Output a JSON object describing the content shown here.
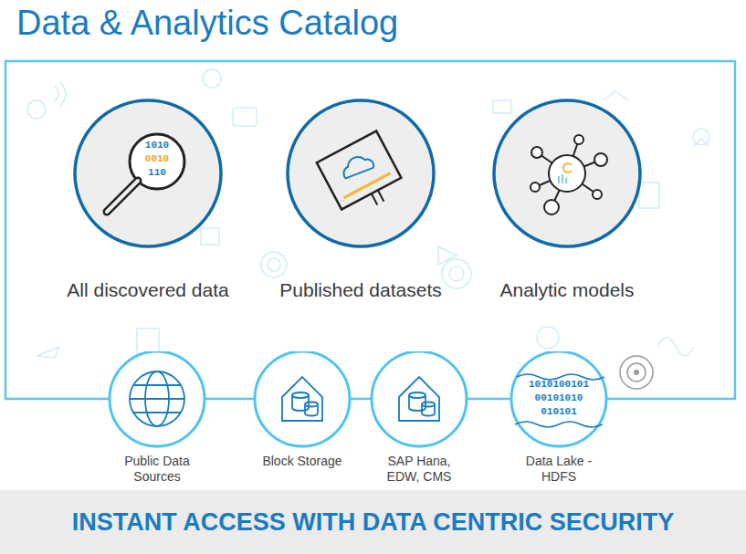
{
  "diagram": {
    "title": "Data & Analytics Catalog",
    "nodes": [
      {
        "text": [
          "All discovered data"
        ]
      },
      {
        "text": [
          "Published datasets"
        ]
      },
      {
        "text": [
          "Analytic models"
        ]
      },
      {
        "text": [
          "Public Data Sources"
        ]
      },
      {
        "text": [
          "Block Storage"
        ]
      },
      {
        "text": [
          "SAP Hana, EDW, CMS"
        ]
      },
      {
        "text": [
          "Data Lake - HDFS"
        ]
      },
      {
        "text": [
          "INSTANT ACCESS WITH DATA CENTRIC SECURITY"
        ]
      }
    ],
    "labels": [
      "1010",
      "0010",
      "110",
      "1010100101",
      "00101010",
      "010101"
    ]
  }
}
